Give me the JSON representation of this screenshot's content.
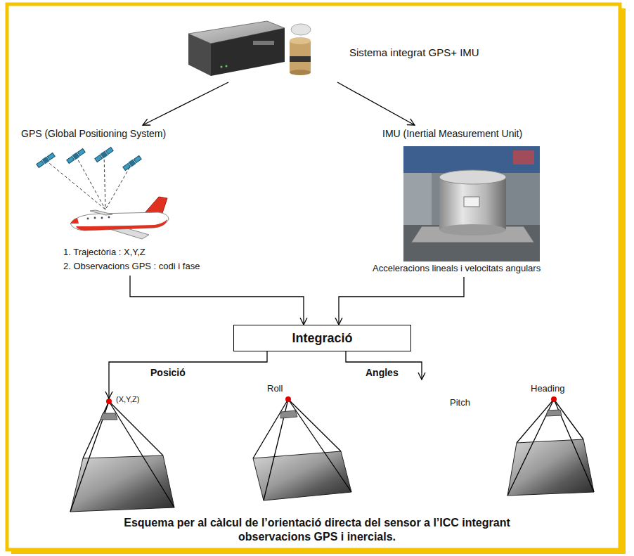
{
  "diagram": {
    "caption": "Esquema per al càlcul de l’orientació directa del sensor a l’ICC integrant observacions GPS i inercials.",
    "nodes": [
      {
        "text": [
          "Sistema integrat GPS+ IMU"
        ]
      },
      {
        "text": [
          "GPS (Global Positioning System)",
          "1. Trajectòria : X,Y,Z",
          "2. Observacions GPS : codi i fase"
        ]
      },
      {
        "text": [
          "IMU (Inertial Measurement Unit)",
          "Acceleracions lineals i velocitats angulars"
        ]
      },
      {
        "text": [
          "Integració"
        ]
      },
      {
        "text": [
          "(X,Y,Z)"
        ]
      },
      {
        "text": [
          "Roll"
        ]
      },
      {
        "text": [
          "Pitch"
        ]
      },
      {
        "text": [
          "Heading"
        ]
      }
    ],
    "edges": [
      {
        "from": 0,
        "to": 1,
        "arrow": "to"
      },
      {
        "from": 0,
        "to": 2,
        "arrow": "to"
      },
      {
        "from": 1,
        "to": 3,
        "arrow": "to"
      },
      {
        "from": 2,
        "to": 3,
        "arrow": "to"
      },
      {
        "from": 3,
        "to": 4,
        "label": "Posició",
        "arrow": "to"
      },
      {
        "from": 3,
        "to": 6,
        "label": "Angles",
        "arrow": "to"
      }
    ]
  }
}
